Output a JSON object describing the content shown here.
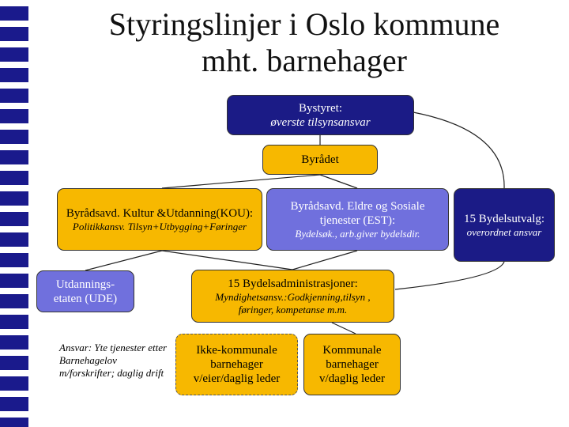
{
  "title": {
    "line1": "Styringslinjer i Oslo kommune",
    "line2": "mht. barnehager"
  },
  "nodes": {
    "bystyret": {
      "label": "Bystyret:",
      "sub": "øverste tilsynsansvar"
    },
    "byradet": {
      "label": "Byrådet"
    },
    "byradsavd_kultur": {
      "label": "Byrådsavd. Kultur &Utdanning(KOU):",
      "sub": "Politikkansv. Tilsyn+Utbygging+Føringer"
    },
    "byradsavd_eldre": {
      "label": "Byrådsavd. Eldre og Sosiale tjenester (EST):",
      "sub": "Bydelsøk., arb.giver bydelsdir."
    },
    "bydelsutvalg": {
      "label": "15 Bydelsutvalg:",
      "sub": "overordnet ansvar"
    },
    "ude": {
      "label": "Utdannings-etaten (UDE)"
    },
    "bydelsadm": {
      "label": "15 Bydelsadministrasjoner:",
      "sub": "Myndighetsansv.:Godkjenning,tilsyn , føringer, kompetanse m.m."
    },
    "ikke_kommunale": {
      "label": "Ikke-kommunale barnehager v/eier/daglig leder"
    },
    "kommunale": {
      "label": "Kommunale barnehager v/daglig leder"
    }
  },
  "note": "Ansvar: Yte tjenester etter Barnehagelov m/forskrifter; daglig drift",
  "colors": {
    "gold": "#f7b800",
    "navy": "#1b1b86",
    "lavender": "#7070dd",
    "stripe": "#1a1a8c"
  }
}
